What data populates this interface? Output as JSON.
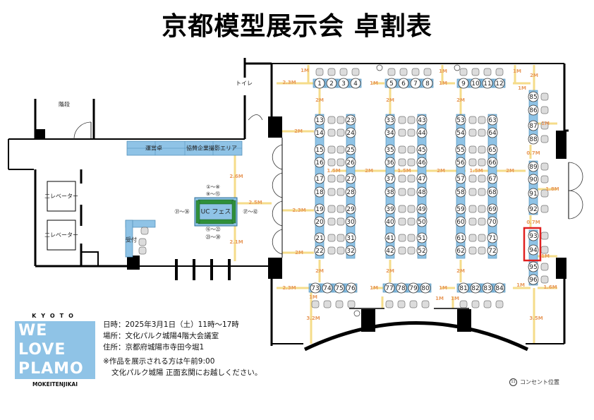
{
  "title": "京都模型展示会 卓割表",
  "rooms": {
    "stairs": "階段",
    "toilet": "トイレ",
    "elevator1": "エレベーター",
    "elevator2": "エレベーター",
    "reception": "受付",
    "staff_desk": "運営卓",
    "sponsor_area": "協賛企業撮影エリア",
    "uc_fes": "UC フェス",
    "uc_top1": "①〜⑧",
    "uc_top2": "⑨〜⑮",
    "uc_bottom1": "⑯〜㉒",
    "uc_bottom2": "㉓〜㉚",
    "uc_left": "㉛〜㊱",
    "uc_right": "㊲〜㊷"
  },
  "distances": {
    "d1": "1M",
    "d2": "2.3M",
    "d3": "2M",
    "d4": "1.5M",
    "d5": "2.6M",
    "d6": "2.5M",
    "d7": "2.1M",
    "d8": "0.7M",
    "d9": "1.8M",
    "d10": "1.6M",
    "d11": "3.2M",
    "d12": "3.5M"
  },
  "tables": {
    "top_row": [
      "1",
      "2",
      "3",
      "4",
      "5",
      "6",
      "7",
      "8",
      "9",
      "10",
      "11",
      "12"
    ],
    "col_a": [
      "13",
      "14",
      "15",
      "16",
      "17",
      "18",
      "19",
      "20",
      "21",
      "22"
    ],
    "col_b": [
      "23",
      "24",
      "25",
      "26",
      "27",
      "28",
      "29",
      "30",
      "31",
      "32"
    ],
    "col_c": [
      "33",
      "34",
      "35",
      "36",
      "37",
      "38",
      "39",
      "40",
      "41",
      "42"
    ],
    "col_d": [
      "43",
      "44",
      "45",
      "46",
      "47",
      "48",
      "49",
      "50",
      "51",
      "52"
    ],
    "col_e": [
      "53",
      "54",
      "55",
      "56",
      "57",
      "58",
      "59",
      "60",
      "61",
      "62"
    ],
    "col_f": [
      "63",
      "64",
      "65",
      "66",
      "67",
      "68",
      "69",
      "70",
      "71",
      "72"
    ],
    "bottom_row": [
      "73",
      "74",
      "75",
      "76",
      "77",
      "78",
      "79",
      "80",
      "81",
      "82",
      "83",
      "84"
    ],
    "right_col": [
      "85",
      "86",
      "87",
      "88",
      "89",
      "90",
      "91",
      "92",
      "93",
      "94",
      "95",
      "96"
    ],
    "highlighted": [
      "93",
      "94"
    ]
  },
  "info": {
    "datetime": "日時：2025年3月1日（土）11時〜17時",
    "place": "場所：文化パルク城陽4階大会議室",
    "address": "住所：京都府城陽市寺田今堀1",
    "note1": "※作品を展示される方は午前9:00",
    "note2": "文化パルク城陽 正面玄関にお越しください。"
  },
  "logo": {
    "top": "KYOTO",
    "line1": "WE",
    "line2": "LOVE",
    "line3": "PLAMO",
    "bottom": "MOKEITENJIKAI"
  },
  "legend": {
    "outlet_label": "コンセント位置",
    "outlet_icon": "outlet-icon"
  },
  "colors": {
    "table_blue": "#8fc3e6",
    "chair_gray": "#dcdcdc",
    "aisle_yellow": "#f5dc8a",
    "distance_orange": "#e89a5c",
    "highlight_red": "#e02020",
    "uc_green": "#2f8f3a"
  }
}
